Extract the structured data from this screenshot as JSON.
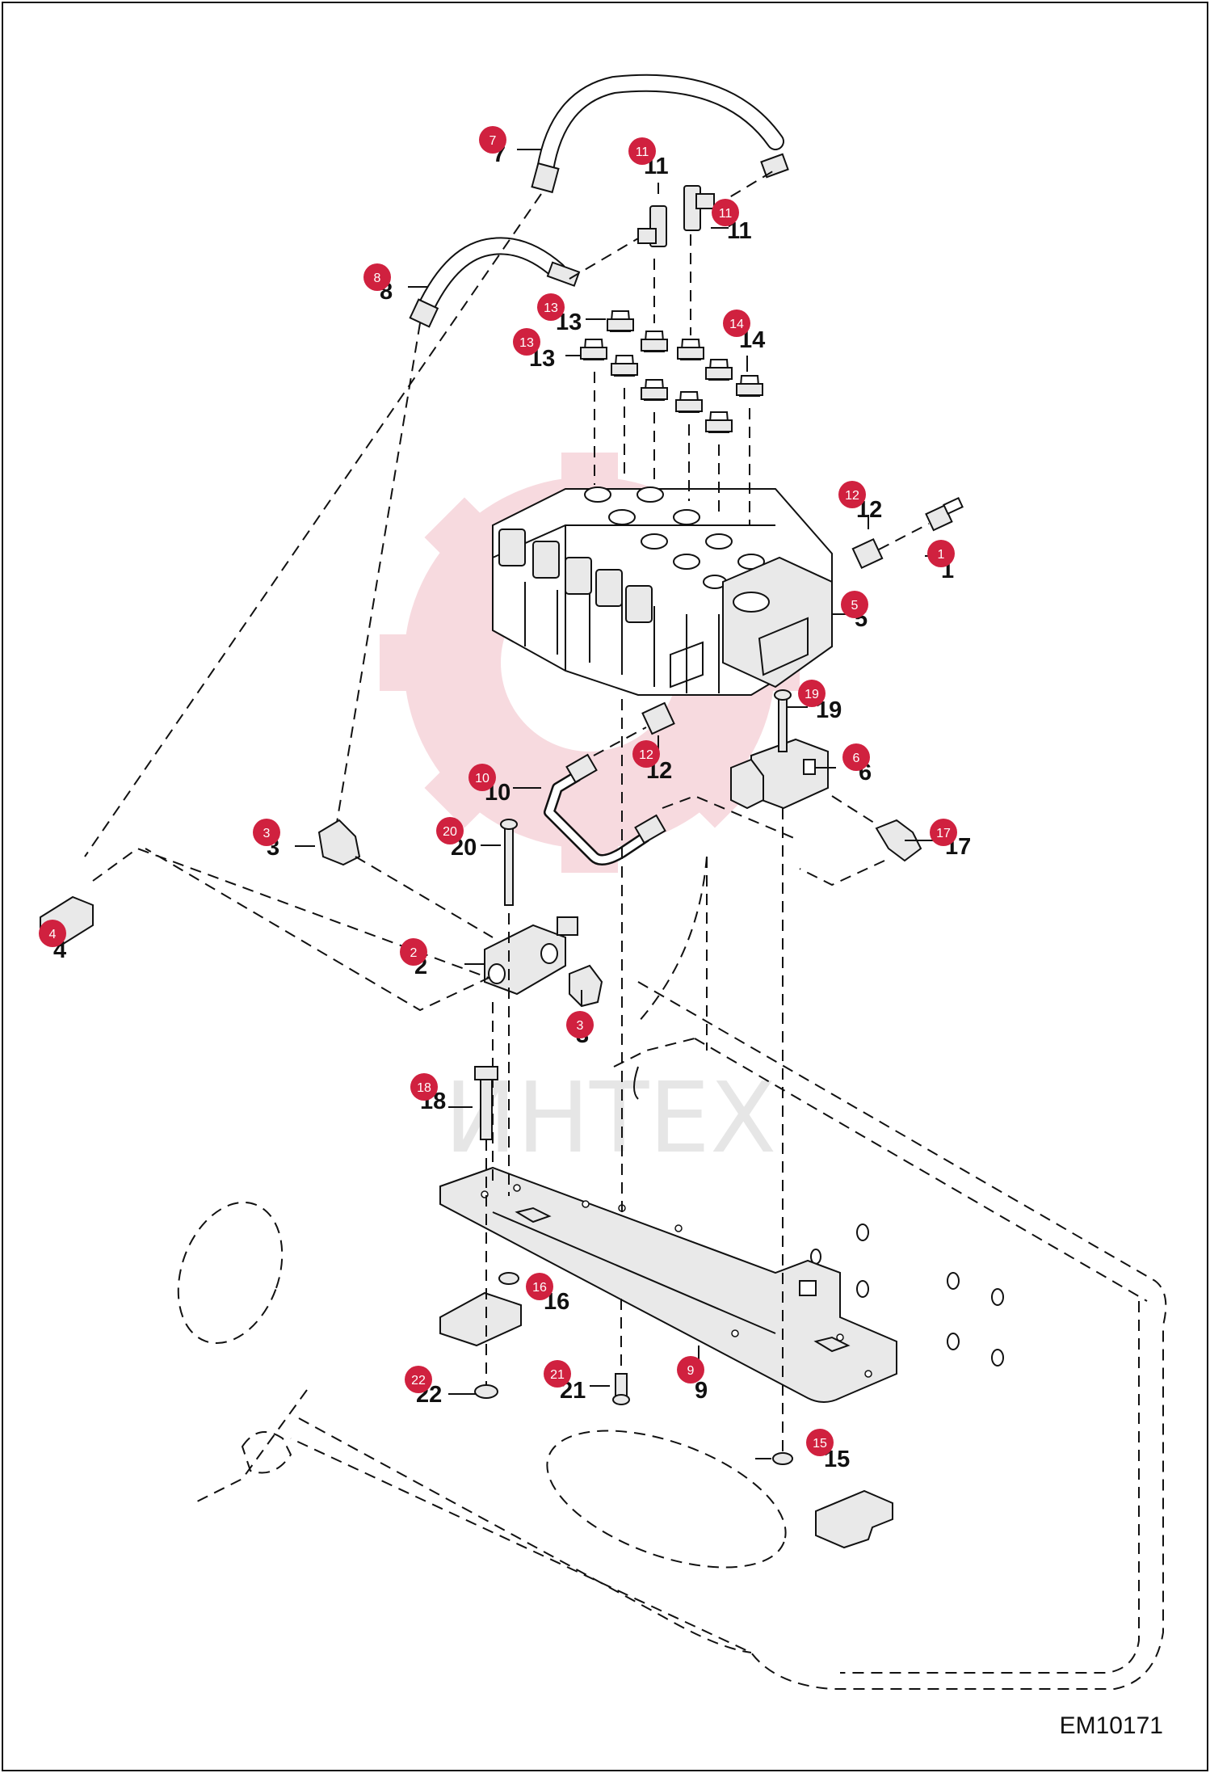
{
  "figure_id": "EM10171",
  "watermark_text": "ИНТЕХ",
  "accent_color": "#d0213f",
  "callouts": [
    {
      "number": "1"
    },
    {
      "number": "2"
    },
    {
      "number": "3"
    },
    {
      "number": "3"
    },
    {
      "number": "4"
    },
    {
      "number": "5"
    },
    {
      "number": "6"
    },
    {
      "number": "7"
    },
    {
      "number": "8"
    },
    {
      "number": "9"
    },
    {
      "number": "10"
    },
    {
      "number": "11"
    },
    {
      "number": "11"
    },
    {
      "number": "12"
    },
    {
      "number": "12"
    },
    {
      "number": "13"
    },
    {
      "number": "13"
    },
    {
      "number": "14"
    },
    {
      "number": "15"
    },
    {
      "number": "16"
    },
    {
      "number": "17"
    },
    {
      "number": "18"
    },
    {
      "number": "19"
    },
    {
      "number": "20"
    },
    {
      "number": "21"
    },
    {
      "number": "22"
    }
  ]
}
